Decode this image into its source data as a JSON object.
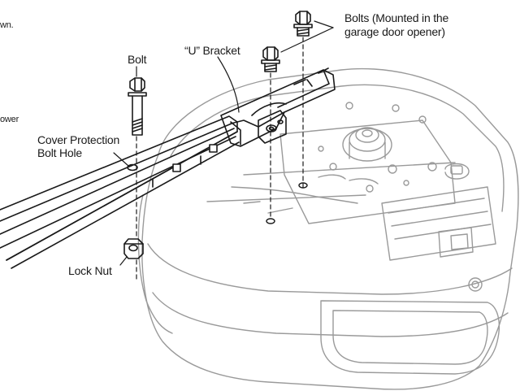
{
  "labels": {
    "bolts_line1": "Bolts (Mounted in the",
    "bolts_line2": "garage door opener)",
    "u_bracket": "“U” Bracket",
    "bolt": "Bolt",
    "cover_line1": "Cover Protection",
    "cover_line2": "Bolt Hole",
    "lock_nut": "Lock Nut"
  },
  "cut_text": {
    "top_left": "wn.",
    "mid_left": "ower"
  },
  "colors": {
    "ink": "#1a1a1a",
    "light_ink": "#9a9a9a",
    "background": "#ffffff"
  }
}
